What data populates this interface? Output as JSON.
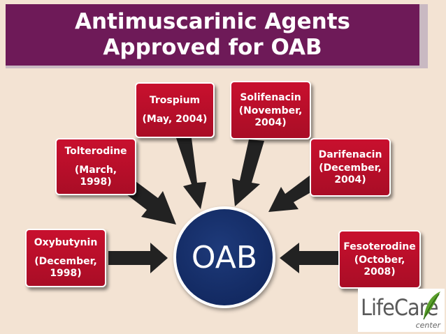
{
  "title": "Antimuscarinic Agents Approved for OAB",
  "center_label": "OAB",
  "agents": [
    {
      "name": "Oxybutynin",
      "date": "(December, 1998)"
    },
    {
      "name": "Tolterodine",
      "date": "(March, 1998)"
    },
    {
      "name": "Trospium",
      "date": "(May, 2004)"
    },
    {
      "name": "Solifenacin",
      "date": "(November, 2004)"
    },
    {
      "name": "Darifenacin",
      "date": "(December, 2004)"
    },
    {
      "name": "Fesoterodine",
      "date": "(October, 2008)"
    }
  ],
  "logo": {
    "text": "LifeCare",
    "sub": "center"
  },
  "colors": {
    "box": "#c8102e",
    "title_bg": "#6e1a58",
    "circle": "#142c66",
    "background": "#f3e3d3"
  }
}
